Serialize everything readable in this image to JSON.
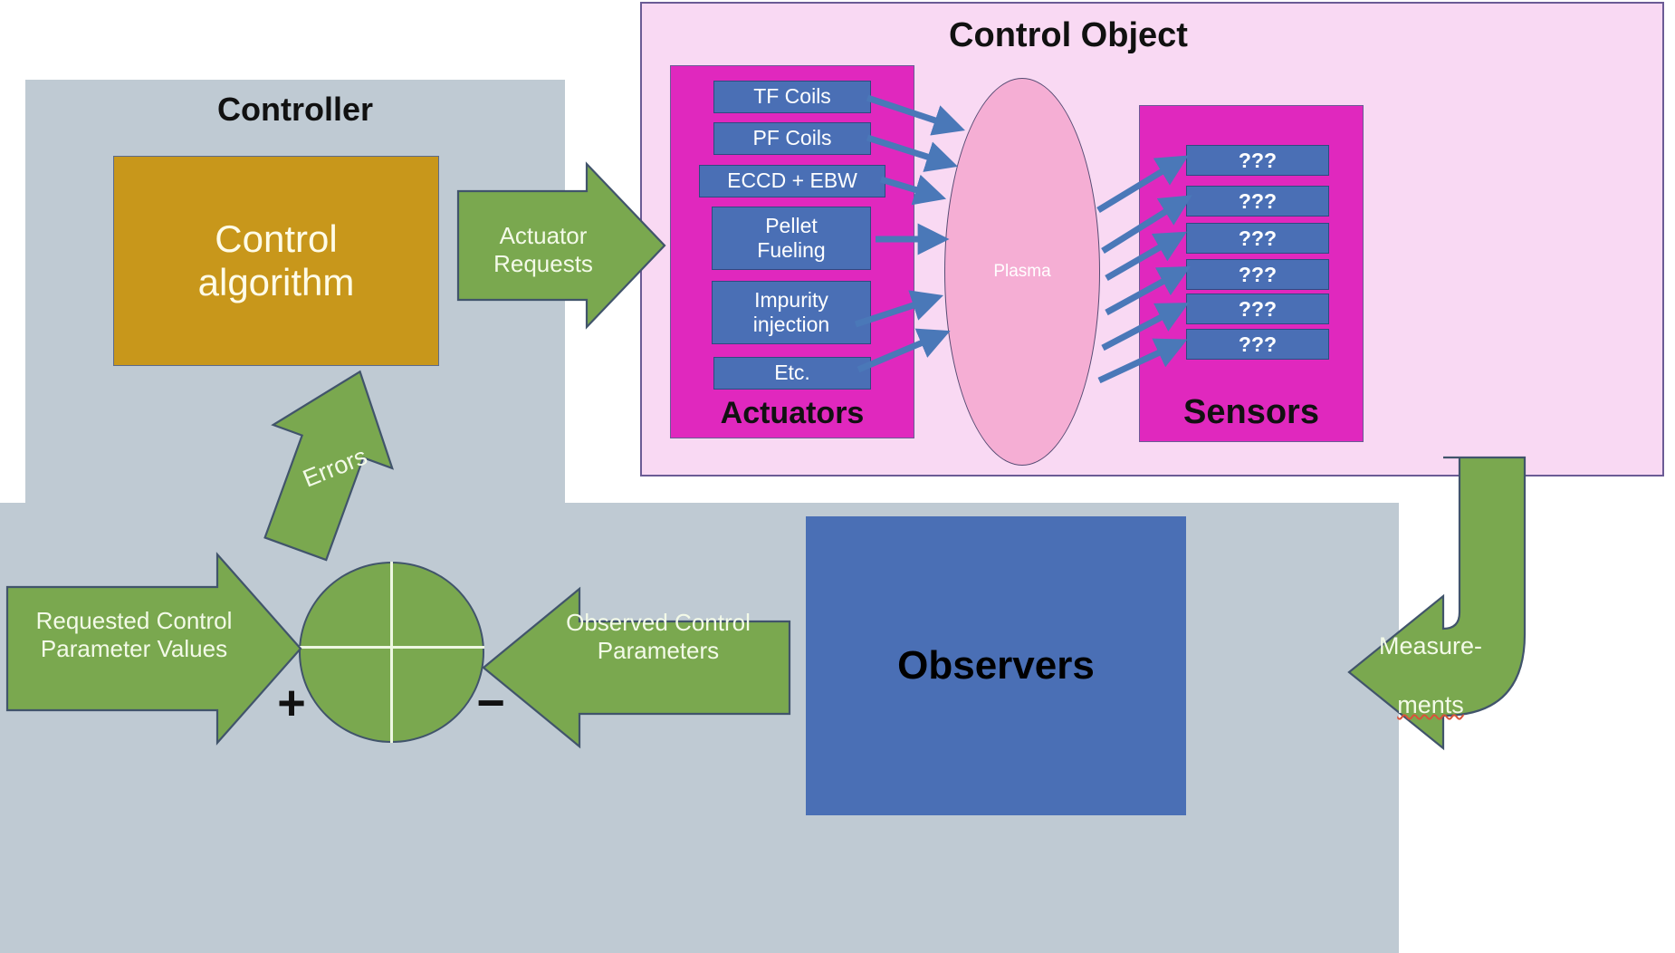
{
  "diagram": {
    "title_controller": "Controller",
    "title_control_object": "Control Object",
    "control_algorithm_label": "Control\nalgorithm",
    "observers_label": "Observers",
    "plasma_label": "Plasma",
    "actuators_label": "Actuators",
    "sensors_label": "Sensors",
    "sign_plus": "+",
    "sign_minus": "−"
  },
  "actuators": {
    "items": [
      {
        "label": "TF Coils"
      },
      {
        "label": "PF Coils"
      },
      {
        "label": "ECCD + EBW"
      },
      {
        "label": "Pellet\nFueling"
      },
      {
        "label": "Impurity\ninjection"
      },
      {
        "label": "Etc."
      }
    ]
  },
  "sensors": {
    "items": [
      {
        "label": "???"
      },
      {
        "label": "???"
      },
      {
        "label": "???"
      },
      {
        "label": "???"
      },
      {
        "label": "???"
      },
      {
        "label": "???"
      }
    ]
  },
  "flows": {
    "actuator_requests": "Actuator\nRequests",
    "requested_control": "Requested Control\nParameter Values",
    "observed_control": "Observed Control\nParameters",
    "errors": "Errors",
    "measurements_line1": "Measure-",
    "measurements_line2": "ments"
  },
  "colors": {
    "panel_gray": "#bfcad3",
    "control_object_pink": "#f9d9f3",
    "magenta": "#e028be",
    "plasma_pink": "#f5aed4",
    "blue_box": "#4a6fb5",
    "gold": "#c8971b",
    "green_arrow": "#7aa84f",
    "arrow_outline": "#41546b",
    "blue_connector": "#4a78b8"
  }
}
